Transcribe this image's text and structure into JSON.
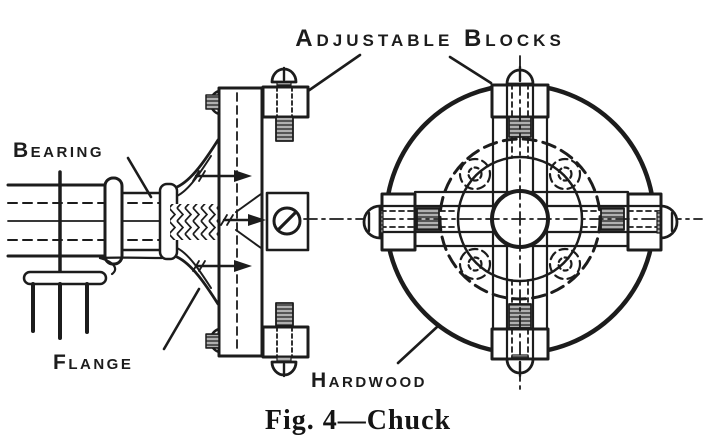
{
  "figure": {
    "caption": "Fig. 4—Chuck",
    "labels": {
      "adjustable_blocks": "Adjustable Blocks",
      "bearing": "Bearing",
      "flange": "Flange",
      "hardwood": "Hardwood"
    },
    "colors": {
      "ink": "#1c1c1c",
      "paper": "#ffffff"
    }
  }
}
